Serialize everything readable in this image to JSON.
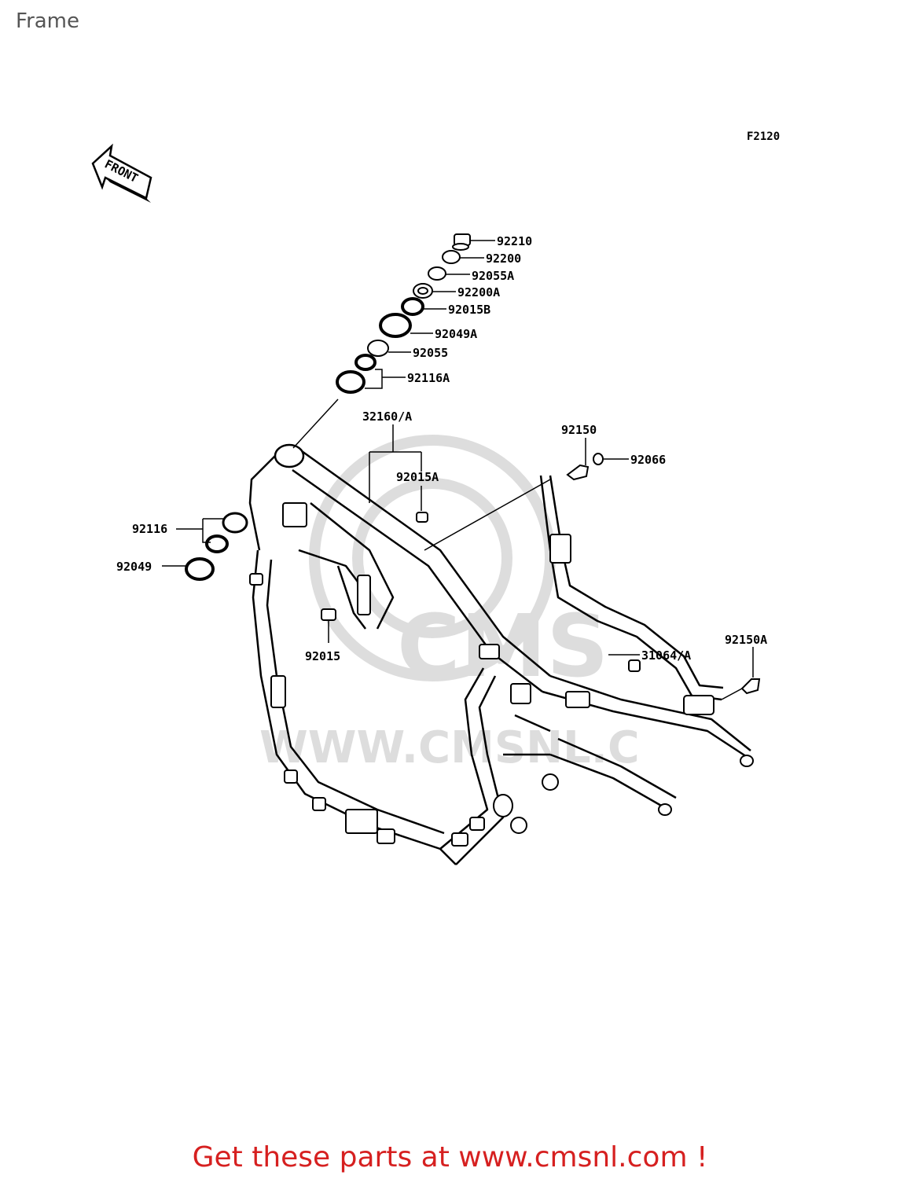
{
  "page": {
    "title": "Frame",
    "diagram_code": "F2120"
  },
  "front_arrow": {
    "label": "FRONT"
  },
  "watermark": {
    "text": "WWW.CMSNL.COM",
    "logo_text": "CMS"
  },
  "callouts": [
    {
      "part": "92210"
    },
    {
      "part": "92200"
    },
    {
      "part": "92055A"
    },
    {
      "part": "92200A"
    },
    {
      "part": "92015B"
    },
    {
      "part": "92049A"
    },
    {
      "part": "92055"
    },
    {
      "part": "92116A"
    },
    {
      "part": "32160/A"
    },
    {
      "part": "92015A"
    },
    {
      "part": "92150"
    },
    {
      "part": "92066"
    },
    {
      "part": "92116"
    },
    {
      "part": "92049"
    },
    {
      "part": "92015"
    },
    {
      "part": "31064/A"
    },
    {
      "part": "92150A"
    }
  ],
  "footer": {
    "link_text": "Get these parts at www.cmsnl.com !",
    "color": "#d62020"
  }
}
